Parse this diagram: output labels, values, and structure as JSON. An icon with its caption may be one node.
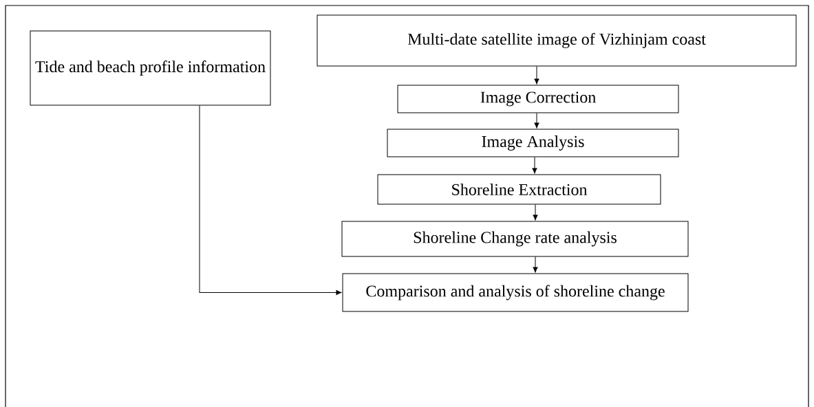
{
  "diagram": {
    "nodes": [
      {
        "text": [
          "Multi-date satellite image of Vizhinjam coast"
        ]
      },
      {
        "text": [
          "Image Correction"
        ]
      },
      {
        "text": [
          "Tide and beach profile information"
        ]
      },
      {
        "text": [
          "Image Analysis"
        ]
      },
      {
        "text": [
          "Shoreline Extraction"
        ]
      },
      {
        "text": [
          "Shoreline Change rate analysis"
        ]
      },
      {
        "text": [
          "Comparison and analysis of shoreline change"
        ]
      }
    ],
    "edges": [
      {
        "from": 0,
        "to": 1,
        "arrow": "to"
      },
      {
        "from": 1,
        "to": 3,
        "arrow": "to"
      },
      {
        "from": 3,
        "to": 4,
        "arrow": "to"
      },
      {
        "from": 4,
        "to": 5,
        "arrow": "to"
      },
      {
        "from": 5,
        "to": 6,
        "arrow": "to"
      },
      {
        "from": 2,
        "to": 6,
        "arrow": "to"
      }
    ]
  }
}
